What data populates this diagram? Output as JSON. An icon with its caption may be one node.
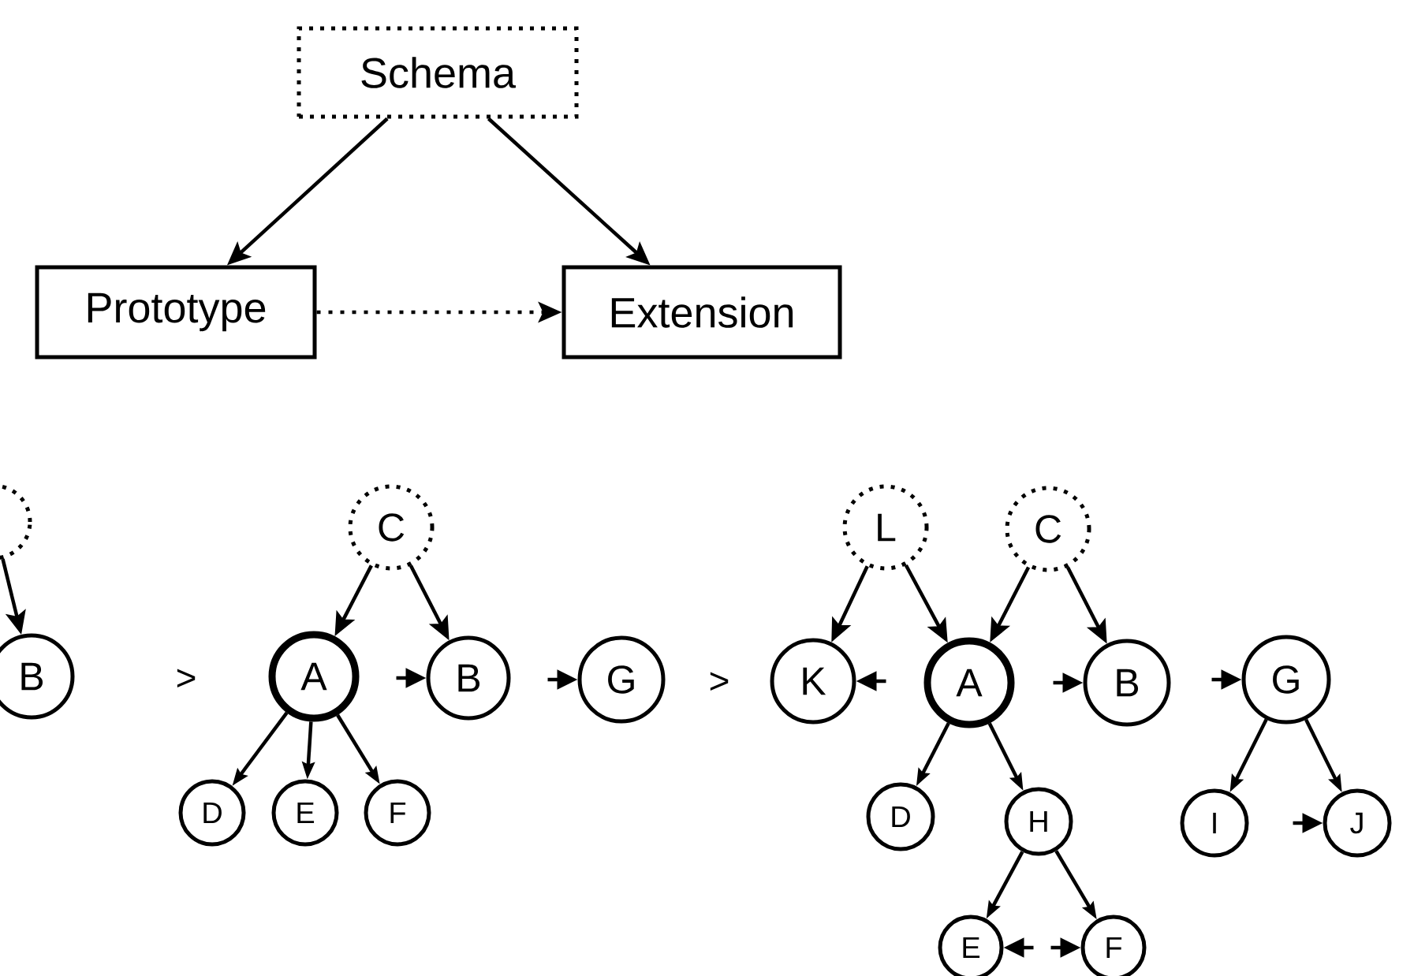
{
  "diagram": {
    "nodes": [
      {
        "text": [
          "Schema"
        ]
      },
      {
        "text": [
          "Prototype"
        ]
      },
      {
        "text": [
          "Extension"
        ]
      },
      {
        "text": [],
        "shape": "circle"
      },
      {
        "text": [
          "B"
        ]
      },
      {
        "text": [
          "C"
        ]
      },
      {
        "text": [
          "A"
        ]
      },
      {
        "text": [
          "B"
        ]
      },
      {
        "text": [
          "G"
        ]
      },
      {
        "text": [
          "D"
        ]
      },
      {
        "text": [
          "E"
        ]
      },
      {
        "text": [
          "F"
        ]
      },
      {
        "text": [
          "L"
        ]
      },
      {
        "text": [
          "C"
        ]
      },
      {
        "text": [
          "K"
        ]
      },
      {
        "text": [
          "A"
        ]
      },
      {
        "text": [
          "B"
        ]
      },
      {
        "text": [
          "G"
        ]
      },
      {
        "text": [
          "D"
        ]
      },
      {
        "text": [
          "H"
        ]
      },
      {
        "text": [
          "I"
        ]
      },
      {
        "text": [
          "J"
        ]
      },
      {
        "text": [
          "E"
        ]
      },
      {
        "text": [
          "F"
        ]
      }
    ],
    "edges": [
      {
        "from": 0,
        "to": 1,
        "arrow": "to"
      },
      {
        "from": 0,
        "to": 2,
        "arrow": "to"
      },
      {
        "from": 1,
        "to": 2,
        "arrow": "to",
        "style": "dashed"
      },
      {
        "from": 3,
        "to": 4,
        "arrow": "to"
      },
      {
        "from": 5,
        "to": 6,
        "arrow": "to"
      },
      {
        "from": 5,
        "to": 7,
        "arrow": "to"
      },
      {
        "from": null,
        "to": 7,
        "arrow": "to"
      },
      {
        "from": null,
        "to": 8,
        "arrow": "to"
      },
      {
        "from": 6,
        "to": 9,
        "arrow": "to"
      },
      {
        "from": 6,
        "to": 10,
        "arrow": "to"
      },
      {
        "from": 6,
        "to": 11,
        "arrow": "to"
      },
      {
        "from": 12,
        "to": 14,
        "arrow": "to"
      },
      {
        "from": 12,
        "to": 15,
        "arrow": "to"
      },
      {
        "from": 13,
        "to": 15,
        "arrow": "to"
      },
      {
        "from": 13,
        "to": 16,
        "arrow": "to"
      },
      {
        "from": null,
        "to": 14,
        "arrow": "to"
      },
      {
        "from": null,
        "to": 16,
        "arrow": "to"
      },
      {
        "from": null,
        "to": 17,
        "arrow": "to"
      },
      {
        "from": 15,
        "to": 18,
        "arrow": "to"
      },
      {
        "from": 15,
        "to": 19,
        "arrow": "to"
      },
      {
        "from": 19,
        "to": 22,
        "arrow": "to"
      },
      {
        "from": 19,
        "to": 23,
        "arrow": "to"
      },
      {
        "from": null,
        "to": 22,
        "arrow": "to"
      },
      {
        "from": null,
        "to": 23,
        "arrow": "to"
      },
      {
        "from": 17,
        "to": 20,
        "arrow": "to"
      },
      {
        "from": 17,
        "to": 21,
        "arrow": "to"
      },
      {
        "from": null,
        "to": 21,
        "arrow": "to"
      }
    ],
    "labels": [
      ">",
      ">"
    ]
  }
}
